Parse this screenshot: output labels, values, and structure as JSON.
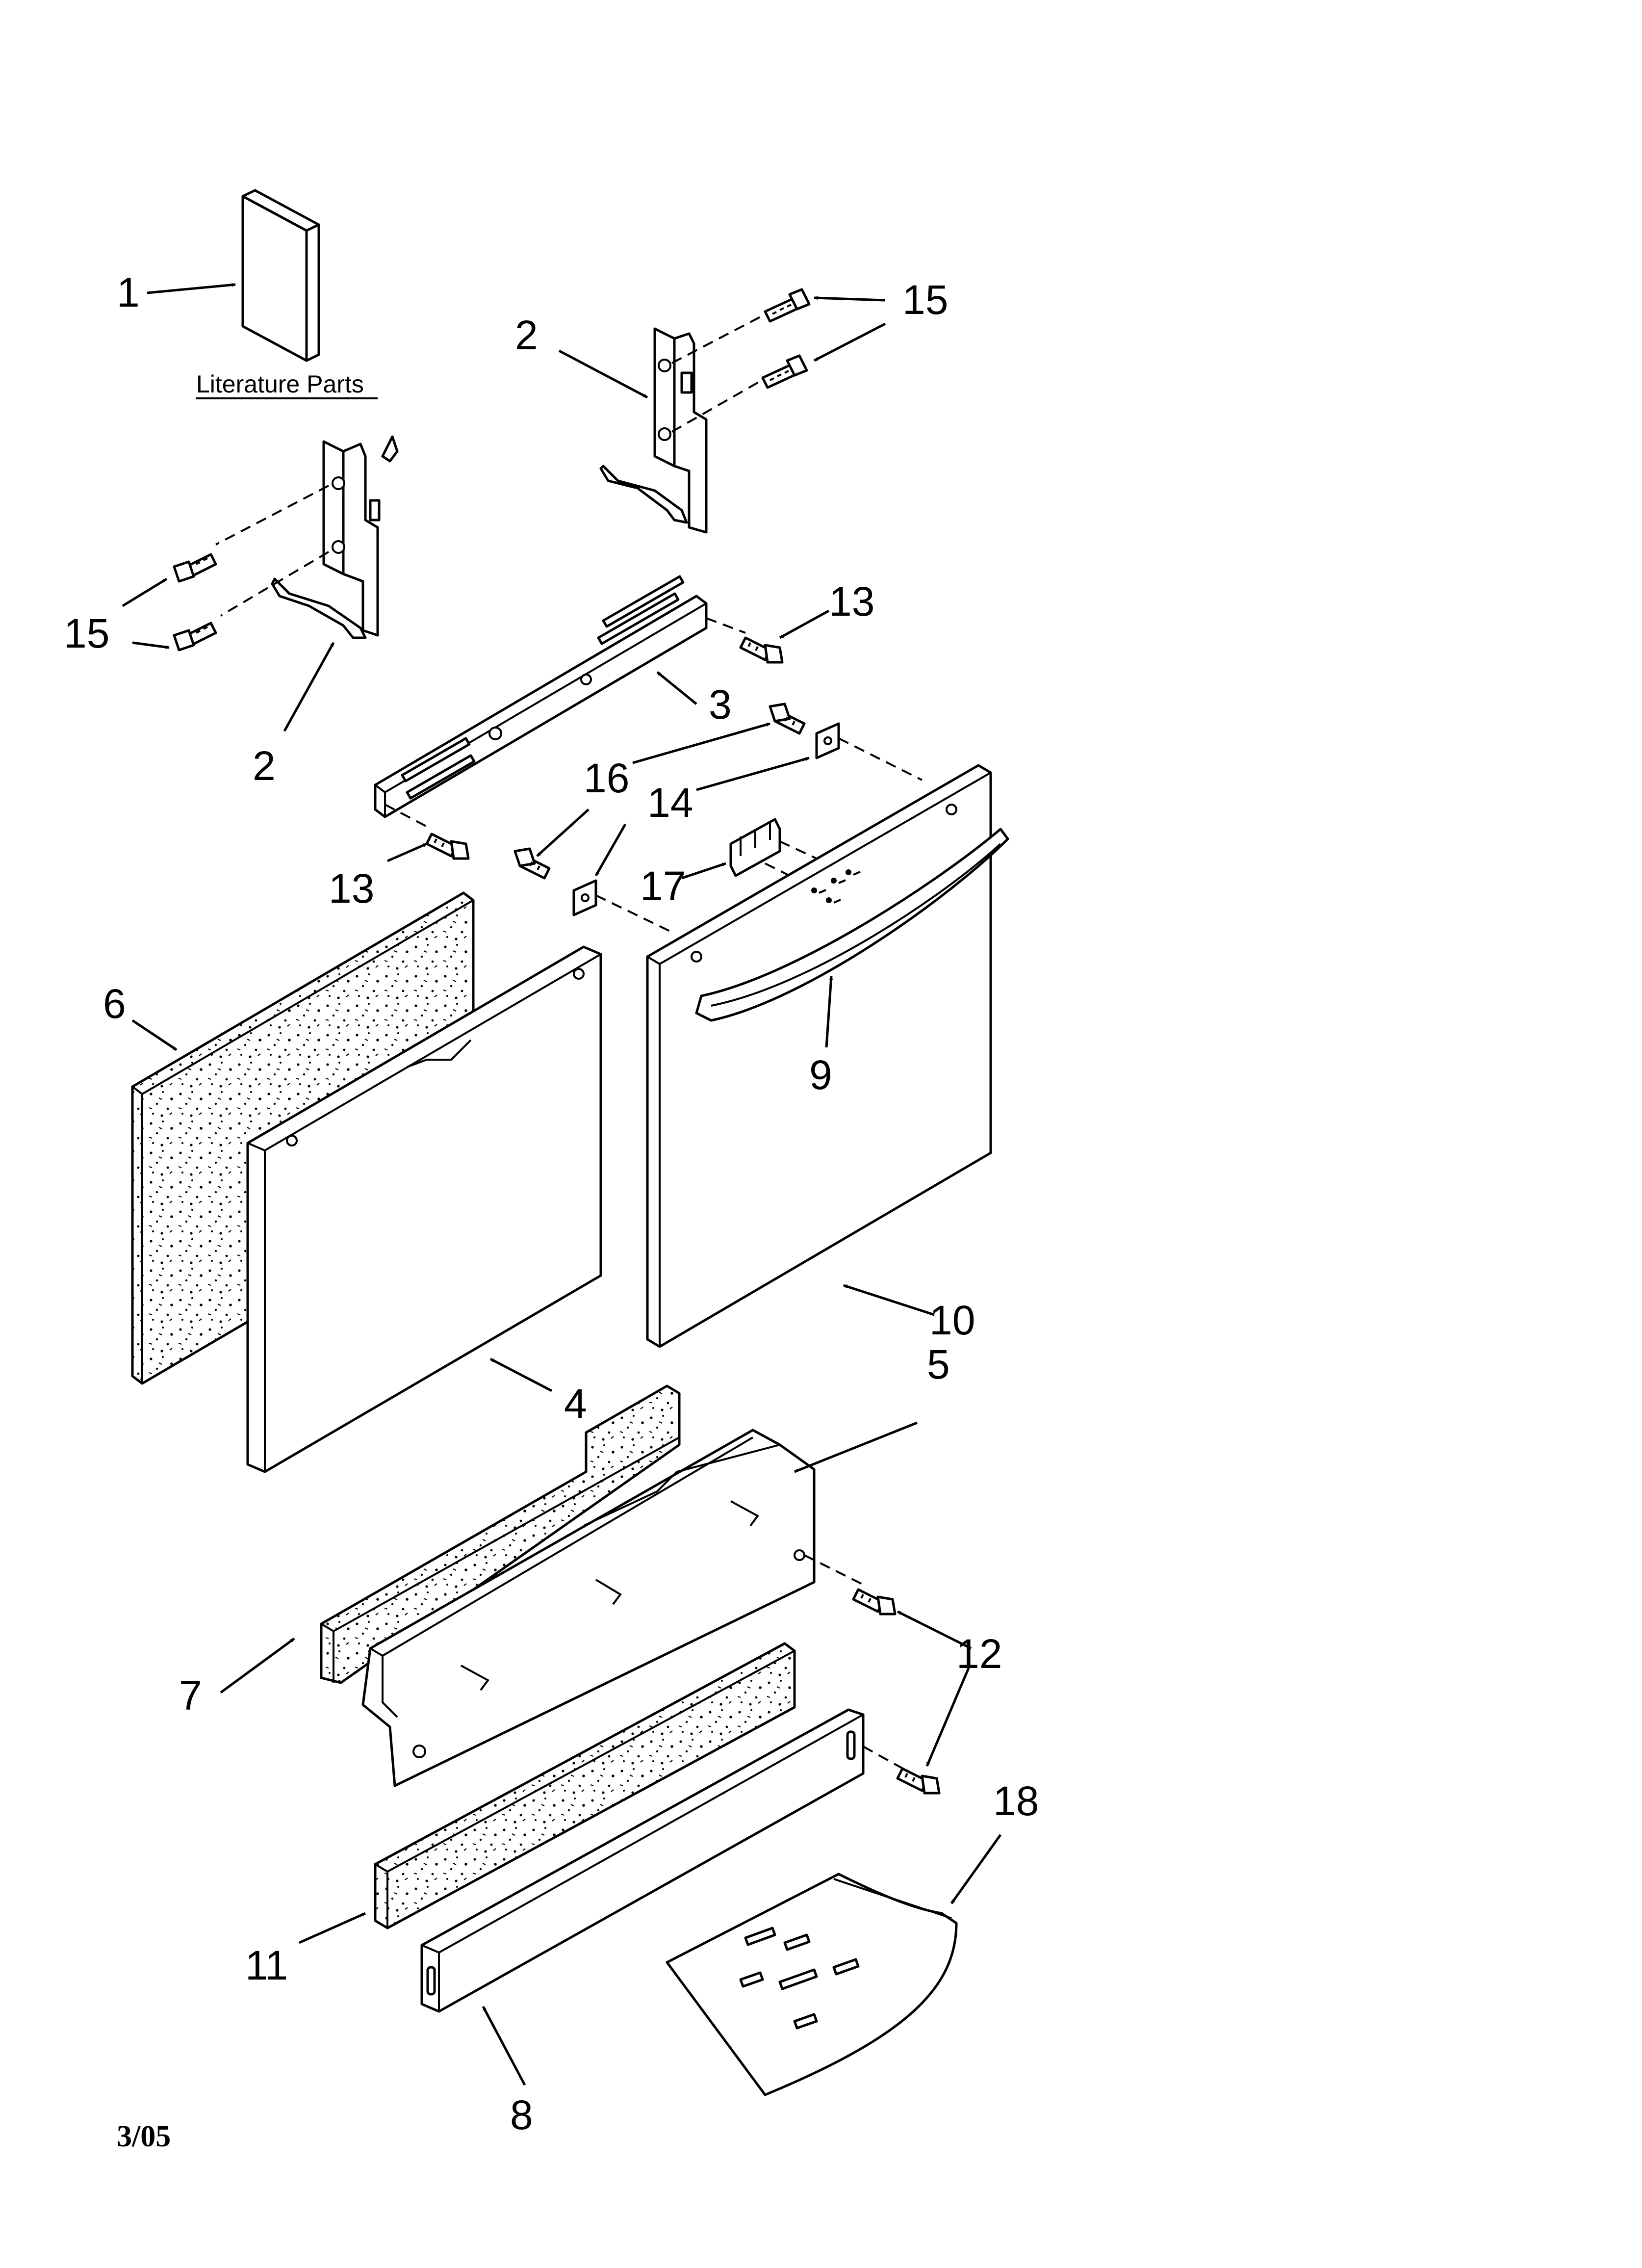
{
  "diagram": {
    "literature_label": "Literature Parts",
    "date_code": "3/05",
    "callouts": [
      {
        "id": "c1",
        "text": "1"
      },
      {
        "id": "c2a",
        "text": "2"
      },
      {
        "id": "c2b",
        "text": "2"
      },
      {
        "id": "c3",
        "text": "3"
      },
      {
        "id": "c4",
        "text": "4"
      },
      {
        "id": "c5",
        "text": "5"
      },
      {
        "id": "c6",
        "text": "6"
      },
      {
        "id": "c7",
        "text": "7"
      },
      {
        "id": "c8",
        "text": "8"
      },
      {
        "id": "c9",
        "text": "9"
      },
      {
        "id": "c10",
        "text": "10"
      },
      {
        "id": "c11",
        "text": "11"
      },
      {
        "id": "c12",
        "text": "12"
      },
      {
        "id": "c13a",
        "text": "13"
      },
      {
        "id": "c13b",
        "text": "13"
      },
      {
        "id": "c14",
        "text": "14"
      },
      {
        "id": "c15a",
        "text": "15"
      },
      {
        "id": "c15b",
        "text": "15"
      },
      {
        "id": "c16",
        "text": "16"
      },
      {
        "id": "c17",
        "text": "17"
      },
      {
        "id": "c18",
        "text": "18"
      }
    ]
  }
}
